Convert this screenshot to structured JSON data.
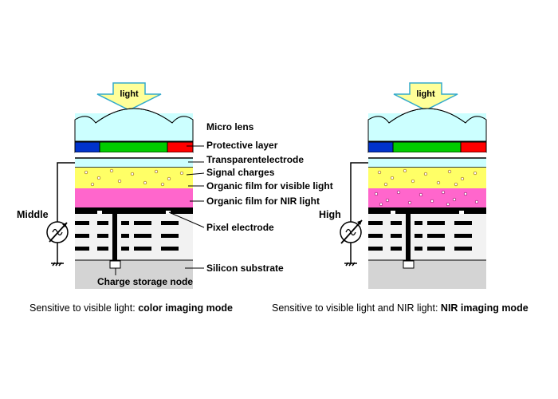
{
  "arrow_label": "light",
  "layer_labels": {
    "micro_lens": "Micro lens",
    "protective_layer": "Protective layer",
    "transparent_electrode": "Transparentelectrode",
    "signal_charges": "Signal charges",
    "organic_visible": "Organic film for visible light",
    "organic_nir": "Organic film for NIR light",
    "pixel_electrode": "Pixel electrode",
    "silicon_substrate": "Silicon substrate",
    "charge_storage_node": "Charge storage node"
  },
  "left_panel": {
    "voltage_label": "Middle",
    "caption_prefix": "Sensitive to visible light: ",
    "caption_bold": "color imaging mode"
  },
  "right_panel": {
    "voltage_label": "High",
    "caption_prefix": "Sensitive to visible light and NIR light: ",
    "caption_bold": "NIR imaging mode"
  },
  "colors": {
    "arrow_fill": "#ffff99",
    "lens_fill": "#ccffff",
    "filter_blue": "#0033cc",
    "filter_green": "#00cc00",
    "filter_red": "#ff0000",
    "electrode_fill": "#ccffff",
    "yellow_film": "#ffff66",
    "pink_film": "#ff66cc",
    "substrate_gray": "#d4d4d4",
    "circuit_bg": "#f2f2f2"
  }
}
